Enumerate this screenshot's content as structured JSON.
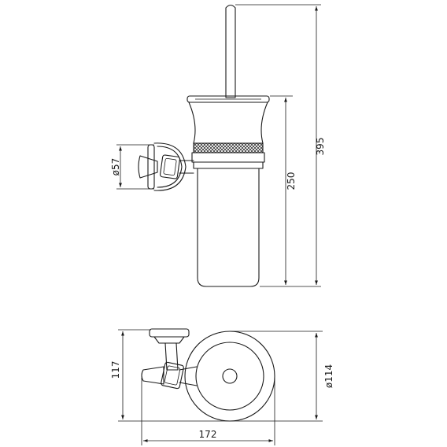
{
  "dimensions": {
    "total_height": "395",
    "holder_height": "250",
    "rosette_diameter": "ø57",
    "cup_height": "117",
    "cup_diameter": "ø114",
    "total_depth": "172"
  }
}
